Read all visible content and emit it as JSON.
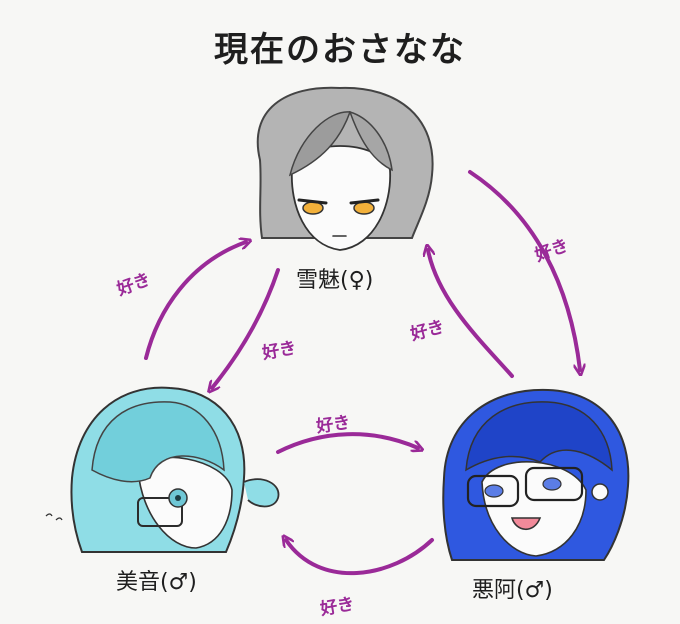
{
  "title": "現在のおさなな",
  "characters": [
    {
      "name": "雪魅(♀)"
    },
    {
      "name": "美音(♂)"
    },
    {
      "name": "悪阿(♂)"
    }
  ],
  "relation_label": "好き",
  "colors": {
    "arrow": "#9a2a98",
    "yukimi_hair": "#b4b4b4",
    "mion_hair": "#8fdde6",
    "aku_hair": "#2f58e0"
  }
}
